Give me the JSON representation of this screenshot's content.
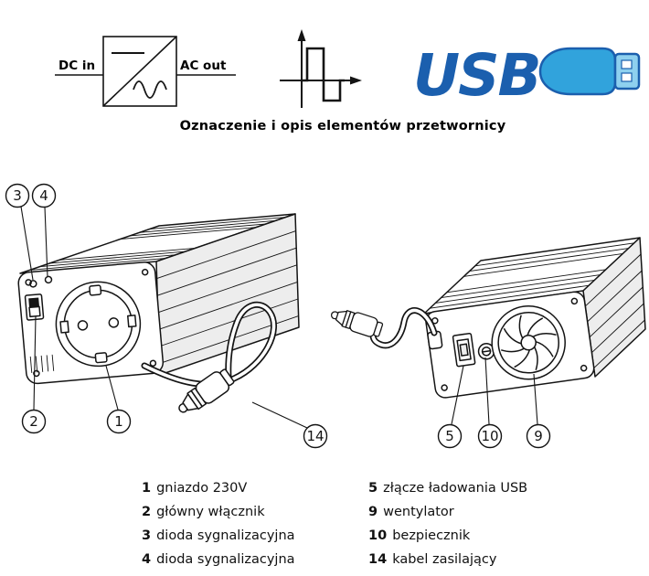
{
  "header": {
    "converter_icon": {
      "dc_label": "DC in",
      "ac_label": "AC out"
    },
    "usb_icon": {
      "label": "USB"
    },
    "title": "Oznaczenie i opis elementów przetwornicy"
  },
  "icons": {
    "converter": "dc-ac-converter-icon",
    "wave": "square-wave-icon",
    "usb": "usb-logo-icon"
  },
  "callouts": {
    "c1": "1",
    "c2": "2",
    "c3": "3",
    "c4": "4",
    "c5": "5",
    "c9": "9",
    "c10": "10",
    "c14": "14"
  },
  "legend": {
    "left": [
      {
        "num": "1",
        "label": "gniazdo 230V"
      },
      {
        "num": "2",
        "label": "główny włącznik"
      },
      {
        "num": "3",
        "label": "dioda sygnalizacyjna"
      },
      {
        "num": "4",
        "label": "dioda sygnalizacyjna"
      }
    ],
    "right": [
      {
        "num": "5",
        "label": "złącze ładowania USB"
      },
      {
        "num": "9",
        "label": "wentylator"
      },
      {
        "num": "10",
        "label": "bezpiecznik"
      },
      {
        "num": "14",
        "label": "kabel zasilający"
      }
    ]
  },
  "colors": {
    "usb_blue": "#1b5fae",
    "usb_plug_fill": "#31a3dc",
    "usb_plug_tip_fill": "#8ed0ef",
    "line": "#141414"
  }
}
